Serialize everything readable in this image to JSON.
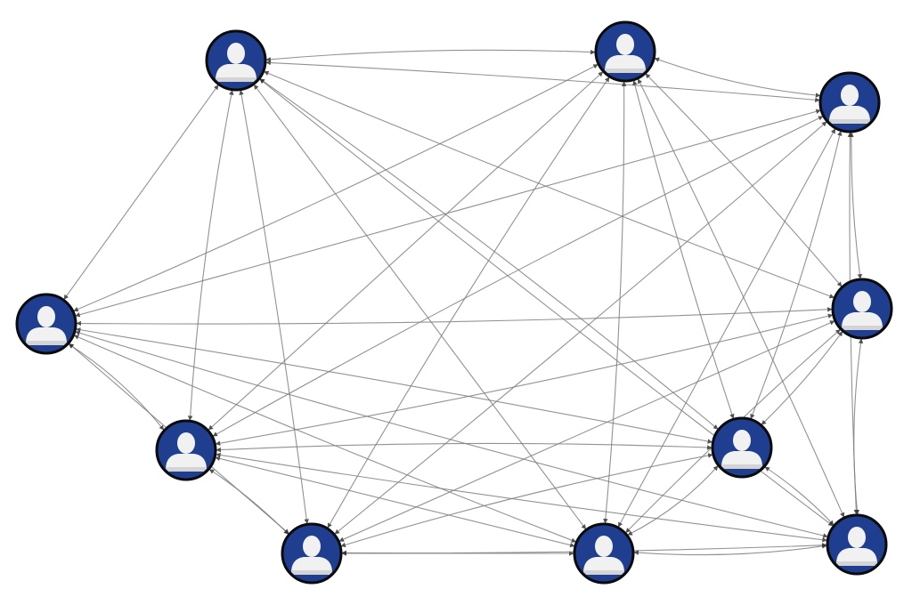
{
  "diagram": {
    "type": "network",
    "node_style": {
      "fill": "#1f3e8f",
      "border": "#0b0b0b",
      "icon": "person-icon",
      "icon_color": "#f1f1f1",
      "edge_color": "#7f7f7f",
      "arrow_heads": true
    },
    "nodes": [
      {
        "id": "n1"
      },
      {
        "id": "n2"
      },
      {
        "id": "n3"
      },
      {
        "id": "n4"
      },
      {
        "id": "n5"
      },
      {
        "id": "n6"
      },
      {
        "id": "n7"
      },
      {
        "id": "n8"
      },
      {
        "id": "n9"
      },
      {
        "id": "n10"
      }
    ],
    "edges": [
      [
        "n1",
        "n2"
      ],
      [
        "n1",
        "n3"
      ],
      [
        "n1",
        "n4"
      ],
      [
        "n1",
        "n5"
      ],
      [
        "n1",
        "n6"
      ],
      [
        "n1",
        "n7"
      ],
      [
        "n1",
        "n8"
      ],
      [
        "n1",
        "n9"
      ],
      [
        "n1",
        "n10"
      ],
      [
        "n2",
        "n3"
      ],
      [
        "n2",
        "n4"
      ],
      [
        "n2",
        "n5"
      ],
      [
        "n2",
        "n6"
      ],
      [
        "n2",
        "n7"
      ],
      [
        "n2",
        "n8"
      ],
      [
        "n2",
        "n9"
      ],
      [
        "n2",
        "n10"
      ],
      [
        "n3",
        "n4"
      ],
      [
        "n3",
        "n5"
      ],
      [
        "n3",
        "n6"
      ],
      [
        "n3",
        "n7"
      ],
      [
        "n3",
        "n8"
      ],
      [
        "n3",
        "n9"
      ],
      [
        "n3",
        "n10"
      ],
      [
        "n4",
        "n5"
      ],
      [
        "n4",
        "n6"
      ],
      [
        "n4",
        "n7"
      ],
      [
        "n4",
        "n8"
      ],
      [
        "n4",
        "n9"
      ],
      [
        "n4",
        "n10"
      ],
      [
        "n5",
        "n6"
      ],
      [
        "n5",
        "n7"
      ],
      [
        "n5",
        "n8"
      ],
      [
        "n5",
        "n9"
      ],
      [
        "n5",
        "n10"
      ],
      [
        "n6",
        "n7"
      ],
      [
        "n6",
        "n8"
      ],
      [
        "n6",
        "n9"
      ],
      [
        "n6",
        "n10"
      ],
      [
        "n7",
        "n8"
      ],
      [
        "n7",
        "n9"
      ],
      [
        "n7",
        "n10"
      ],
      [
        "n8",
        "n9"
      ],
      [
        "n8",
        "n10"
      ],
      [
        "n9",
        "n10"
      ]
    ]
  }
}
